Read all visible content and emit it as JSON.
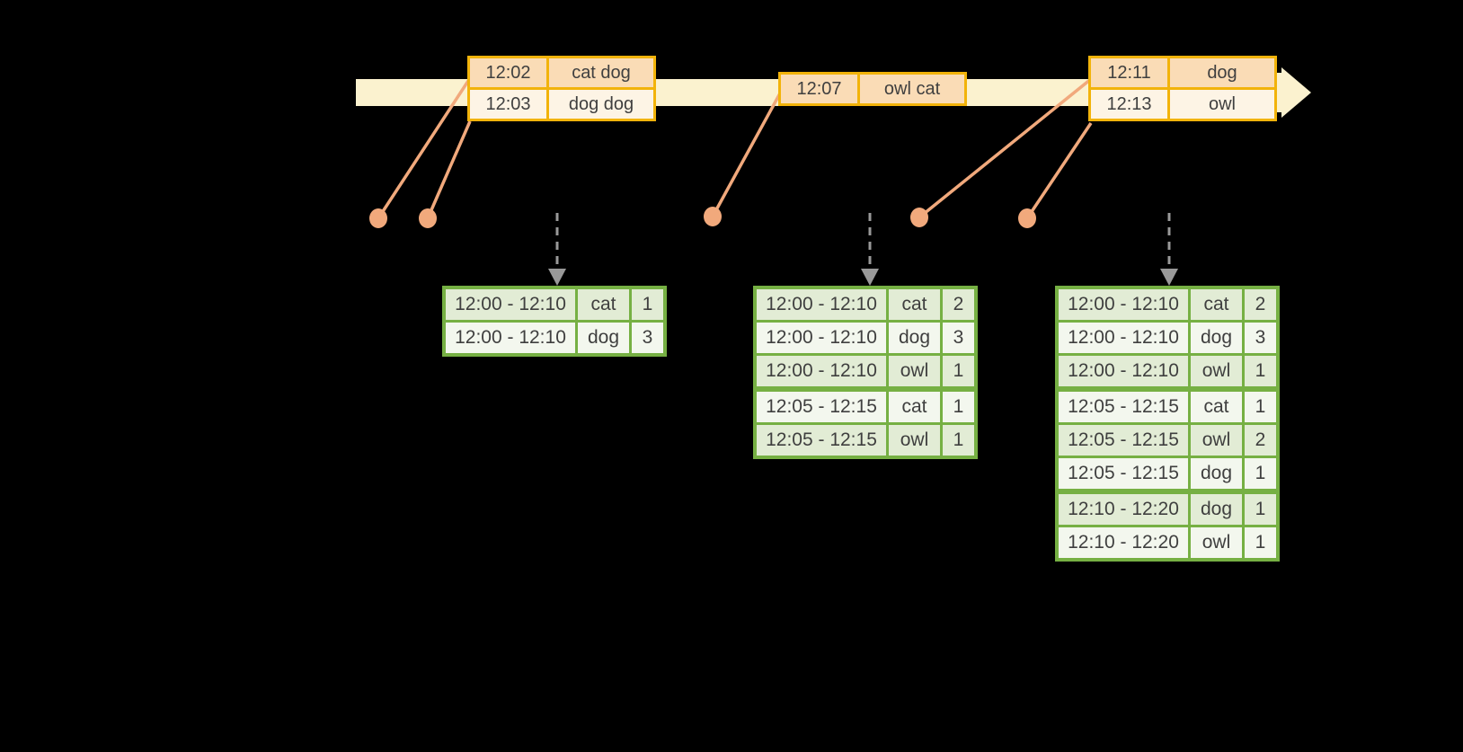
{
  "palette": {
    "background": "#000000",
    "timeline_fill": "#FBF2CF",
    "event_table_border": "#F2B30A",
    "event_row_highlight": "#FADCB6",
    "event_row_normal": "#FDF4E5",
    "connector_and_dots": "#F1A97C",
    "result_table_border": "#76B043",
    "result_row_dark": "#E2ECD5",
    "result_row_light": "#F3F7EE",
    "trigger_arrow": "#999999",
    "text": "#3F3F3F"
  },
  "event_tables": [
    {
      "rows": [
        {
          "time": "12:02",
          "words": "cat dog"
        },
        {
          "time": "12:03",
          "words": "dog dog"
        }
      ]
    },
    {
      "rows": [
        {
          "time": "12:07",
          "words": "owl cat"
        }
      ]
    },
    {
      "rows": [
        {
          "time": "12:11",
          "words": "dog"
        },
        {
          "time": "12:13",
          "words": "owl"
        }
      ]
    }
  ],
  "result_tables": [
    {
      "rows": [
        {
          "window": "12:00 - 12:10",
          "word": "cat",
          "count": "1"
        },
        {
          "window": "12:00 - 12:10",
          "word": "dog",
          "count": "3"
        }
      ]
    },
    {
      "rows": [
        {
          "window": "12:00 - 12:10",
          "word": "cat",
          "count": "2"
        },
        {
          "window": "12:00 - 12:10",
          "word": "dog",
          "count": "3"
        },
        {
          "window": "12:00 - 12:10",
          "word": "owl",
          "count": "1"
        },
        {
          "window": "12:05 - 12:15",
          "word": "cat",
          "count": "1"
        },
        {
          "window": "12:05 - 12:15",
          "word": "owl",
          "count": "1"
        }
      ]
    },
    {
      "rows": [
        {
          "window": "12:00 - 12:10",
          "word": "cat",
          "count": "2"
        },
        {
          "window": "12:00 - 12:10",
          "word": "dog",
          "count": "3"
        },
        {
          "window": "12:00 - 12:10",
          "word": "owl",
          "count": "1"
        },
        {
          "window": "12:05 - 12:15",
          "word": "cat",
          "count": "1"
        },
        {
          "window": "12:05 - 12:15",
          "word": "owl",
          "count": "2"
        },
        {
          "window": "12:05 - 12:15",
          "word": "dog",
          "count": "1"
        },
        {
          "window": "12:10 - 12:20",
          "word": "dog",
          "count": "1"
        },
        {
          "window": "12:10 - 12:20",
          "word": "owl",
          "count": "1"
        }
      ]
    }
  ]
}
